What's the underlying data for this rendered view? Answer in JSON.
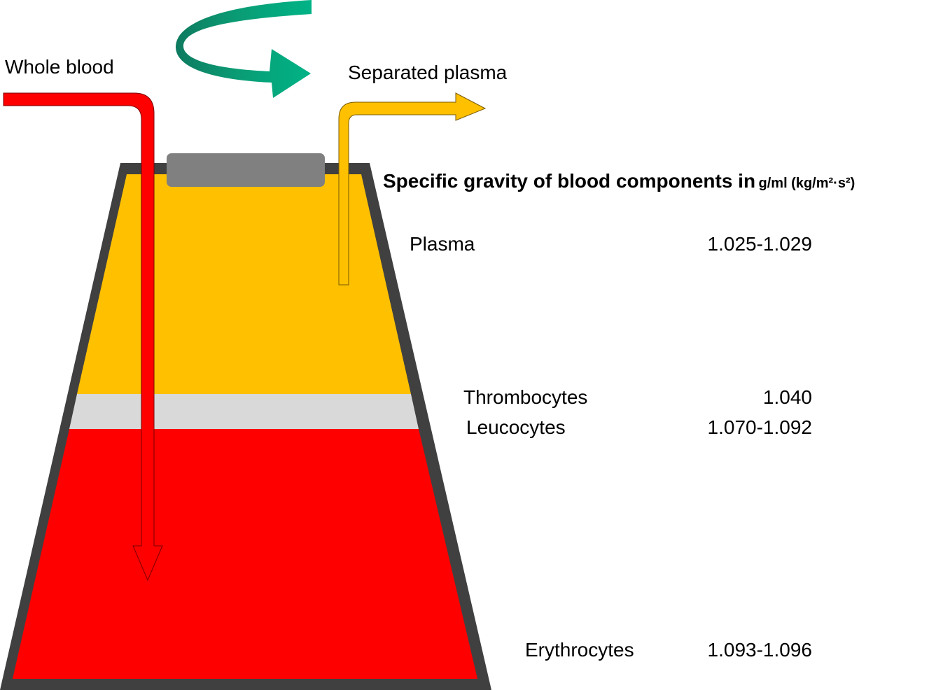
{
  "labels": {
    "whole_blood": "Whole blood",
    "separated_plasma": "Separated plasma"
  },
  "title": {
    "main": "Specific gravity of blood components in",
    "unit": "g/ml (kg/m²·s²)"
  },
  "components": [
    {
      "name": "Plasma",
      "value": "1.025-1.029"
    },
    {
      "name": "Thrombocytes",
      "value": "1.040"
    },
    {
      "name": "Leucocytes",
      "value": "1.070-1.092"
    },
    {
      "name": "Erythrocytes",
      "value": "1.093-1.096"
    }
  ],
  "colors": {
    "plasma_layer": "#FFC000",
    "buffy_coat_layer": "#D9D9D9",
    "red_cell_layer": "#FF0000",
    "container_border": "#404040",
    "lid": "#808080",
    "rotation_arrow": "#00B386",
    "whole_blood_arrow": "#FF0000",
    "plasma_arrow": "#FFC000"
  },
  "icons": {
    "rotation": "rotation-arrow-icon"
  }
}
